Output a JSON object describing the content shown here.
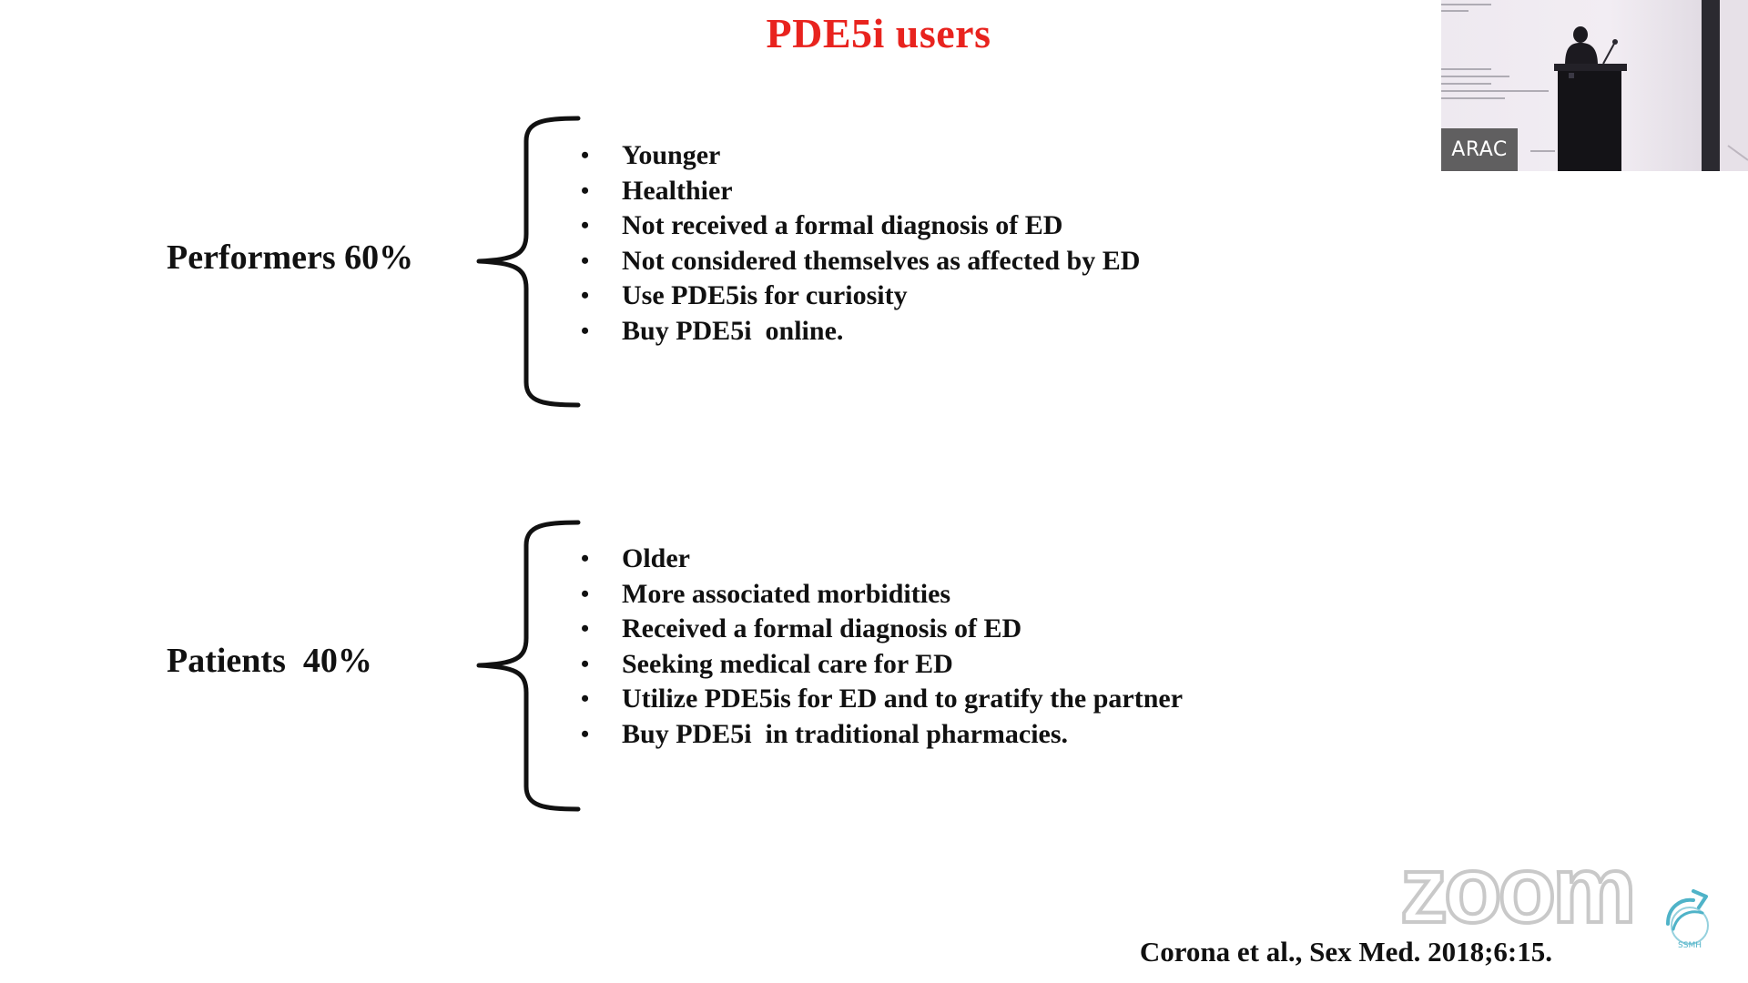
{
  "slide": {
    "title": "PDE5i users",
    "groups": [
      {
        "label": "Performers 60%",
        "items": [
          "Younger",
          "Healthier",
          "Not received a formal diagnosis of ED",
          "Not considered themselves as affected by ED",
          "Use PDE5is for curiosity",
          "Buy PDE5i  online."
        ]
      },
      {
        "label": "Patients  40%",
        "items": [
          "Older",
          "More associated morbidities",
          "Received a formal diagnosis of ED",
          "Seeking medical care for ED",
          "Utilize PDE5is for ED and to gratify the partner",
          "Buy PDE5i  in traditional pharmacies."
        ]
      }
    ],
    "citation": "Corona et al., Sex Med. 2018;6:15."
  },
  "video": {
    "participant_name": "ARAC"
  },
  "watermark": {
    "text": "zoom",
    "emblem_text": "SSMH"
  },
  "colors": {
    "title": "#e8231e",
    "body_text": "#111111",
    "watermark": "#c9c9c9",
    "emblem": "#4fb3c8"
  }
}
